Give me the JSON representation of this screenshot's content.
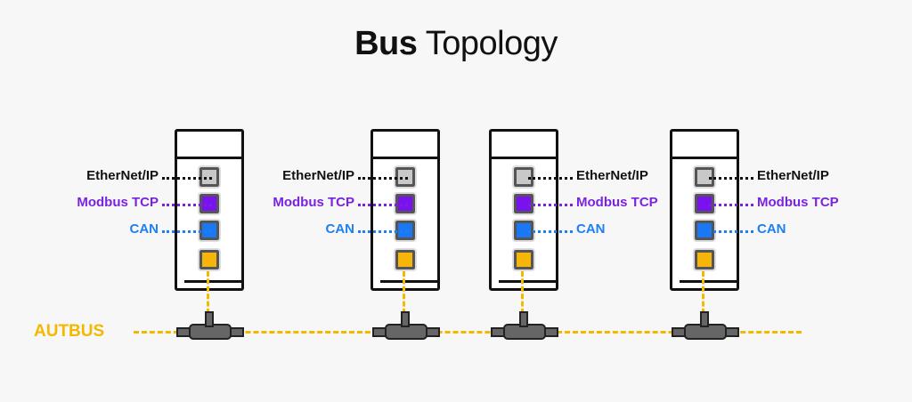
{
  "title": {
    "bold": "Bus",
    "regular": "Topology"
  },
  "bus": {
    "label": "AUTBUS",
    "color": "#f5b800"
  },
  "protocols": [
    {
      "label": "EtherNet/IP",
      "color": "#111111",
      "port_color": "#c8c8c8"
    },
    {
      "label": "Modbus TCP",
      "color": "#7b22e0",
      "port_color": "#7a12f0"
    },
    {
      "label": "CAN",
      "color": "#1e7ff0",
      "port_color": "#1a78f5"
    }
  ],
  "bus_port_color": "#f5b50a",
  "devices": [
    {
      "id": "device-1",
      "label_side": "left"
    },
    {
      "id": "device-2",
      "label_side": "left"
    },
    {
      "id": "device-3",
      "label_side": "right"
    },
    {
      "id": "device-4",
      "label_side": "right"
    }
  ]
}
